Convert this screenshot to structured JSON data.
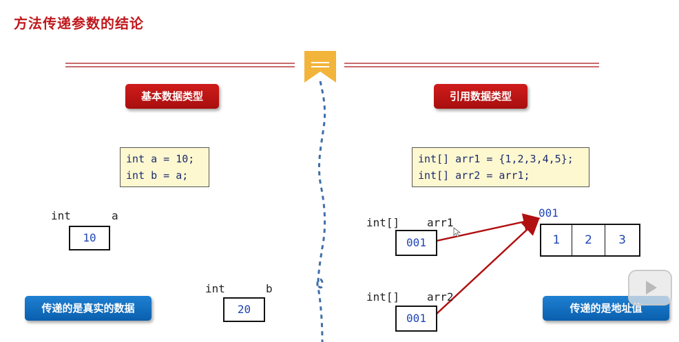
{
  "title": "方法传递参数的结论",
  "left": {
    "badge": "基本数据类型",
    "code_line1": "int a = 10;",
    "code_line2": "int b = a;",
    "var_a": {
      "type": "int",
      "name": "a",
      "value": "10"
    },
    "var_b": {
      "type": "int",
      "name": "b",
      "value": "20"
    },
    "conclusion": "传递的是真实的数据"
  },
  "right": {
    "badge": "引用数据类型",
    "code_line1": "int[] arr1 = {1,2,3,4,5};",
    "code_line2": "int[] arr2 = arr1;",
    "arr1": {
      "type": "int[]",
      "name": "arr1",
      "value": "001"
    },
    "arr2": {
      "type": "int[]",
      "name": "arr2",
      "value": "001"
    },
    "heap_address": "001",
    "heap_cells": [
      "1",
      "2",
      "3"
    ],
    "conclusion": "传递的是地址值"
  },
  "colors": {
    "title": "#c0181c",
    "red_badge": "#c01414",
    "blue_badge": "#1570c4",
    "arrow": "#b01010",
    "value_text": "#1f45b5"
  }
}
